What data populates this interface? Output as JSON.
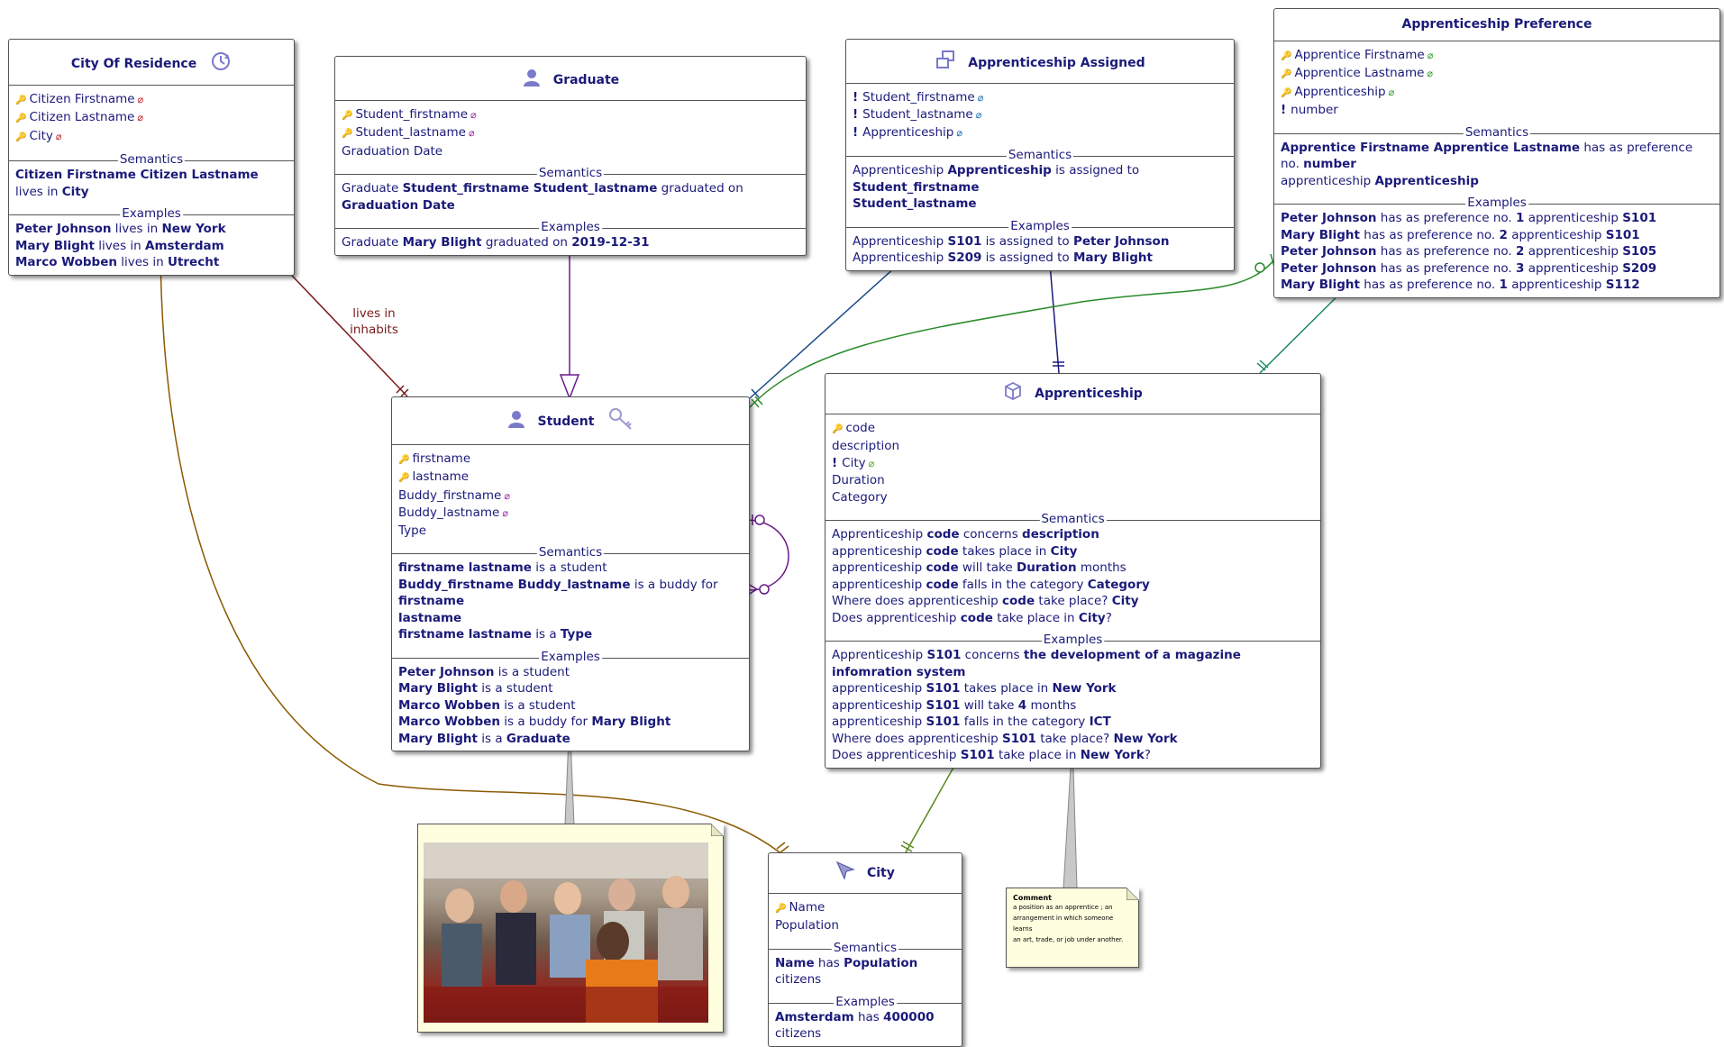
{
  "entities": {
    "city_of_residence": {
      "title": "City Of Residence",
      "attrs": [
        "Citizen Firstname",
        "Citizen Lastname",
        "City"
      ],
      "semantics_label": "Semantics",
      "examples_label": "Examples",
      "semantics": [
        [
          [
            "Citizen Firstname Citizen Lastname",
            true
          ],
          [
            " lives in ",
            false
          ],
          [
            "City",
            true
          ]
        ]
      ],
      "examples": [
        [
          [
            "Peter Johnson",
            true
          ],
          [
            " lives in ",
            false
          ],
          [
            "New York",
            true
          ]
        ],
        [
          [
            "Mary Blight",
            true
          ],
          [
            " lives in ",
            false
          ],
          [
            "Amsterdam",
            true
          ]
        ],
        [
          [
            "Marco Wobben",
            true
          ],
          [
            " lives in ",
            false
          ],
          [
            "Utrecht",
            true
          ]
        ]
      ]
    },
    "graduate": {
      "title": "Graduate",
      "attrs": [
        "Student_firstname",
        "Student_lastname",
        "Graduation Date"
      ],
      "semantics_label": "Semantics",
      "examples_label": "Examples",
      "semantics": [
        [
          [
            "Graduate ",
            false
          ],
          [
            "Student_firstname Student_lastname",
            true
          ],
          [
            " graduated on ",
            false
          ],
          [
            "Graduation Date",
            true
          ]
        ]
      ],
      "examples": [
        [
          [
            "Graduate ",
            false
          ],
          [
            "Mary Blight",
            true
          ],
          [
            " graduated on ",
            false
          ],
          [
            "2019-12-31",
            true
          ]
        ]
      ]
    },
    "apprenticeship_assigned": {
      "title": "Apprenticeship Assigned",
      "attrs": [
        "Student_firstname",
        "Student_lastname",
        "Apprenticeship"
      ],
      "semantics_label": "Semantics",
      "examples_label": "Examples",
      "semantics": [
        [
          [
            "Apprenticeship ",
            false
          ],
          [
            "Apprenticeship",
            true
          ],
          [
            " is assigned to ",
            false
          ],
          [
            "Student_firstname",
            true
          ]
        ],
        [
          [
            "Student_lastname",
            true
          ]
        ]
      ],
      "examples": [
        [
          [
            "Apprenticeship ",
            false
          ],
          [
            "S101",
            true
          ],
          [
            " is assigned to ",
            false
          ],
          [
            "Peter Johnson",
            true
          ]
        ],
        [
          [
            "Apprenticeship ",
            false
          ],
          [
            "S209",
            true
          ],
          [
            " is assigned to ",
            false
          ],
          [
            "Mary Blight",
            true
          ]
        ]
      ]
    },
    "apprenticeship_preference": {
      "title": "Apprenticeship Preference",
      "attrs": [
        "Apprentice Firstname",
        "Apprentice Lastname",
        "Apprenticeship",
        "number"
      ],
      "semantics_label": "Semantics",
      "examples_label": "Examples",
      "semantics": [
        [
          [
            "Apprentice Firstname Apprentice Lastname",
            true
          ],
          [
            " has as preference no. ",
            false
          ],
          [
            "number",
            true
          ]
        ],
        [
          [
            "apprenticeship ",
            false
          ],
          [
            "Apprenticeship",
            true
          ]
        ]
      ],
      "examples": [
        [
          [
            "Peter Johnson",
            true
          ],
          [
            " has as preference no. ",
            false
          ],
          [
            "1",
            true
          ],
          [
            " apprenticeship ",
            false
          ],
          [
            "S101",
            true
          ]
        ],
        [
          [
            "Mary Blight",
            true
          ],
          [
            " has as preference no. ",
            false
          ],
          [
            "2",
            true
          ],
          [
            " apprenticeship ",
            false
          ],
          [
            "S101",
            true
          ]
        ],
        [
          [
            "Peter Johnson",
            true
          ],
          [
            " has as preference no. ",
            false
          ],
          [
            "2",
            true
          ],
          [
            " apprenticeship ",
            false
          ],
          [
            "S105",
            true
          ]
        ],
        [
          [
            "Peter Johnson",
            true
          ],
          [
            " has as preference no. ",
            false
          ],
          [
            "3",
            true
          ],
          [
            " apprenticeship ",
            false
          ],
          [
            "S209",
            true
          ]
        ],
        [
          [
            "Mary Blight",
            true
          ],
          [
            " has as preference no. ",
            false
          ],
          [
            "1",
            true
          ],
          [
            " apprenticeship ",
            false
          ],
          [
            "S112",
            true
          ]
        ]
      ]
    },
    "student": {
      "title": "Student",
      "attrs": [
        "firstname",
        "lastname",
        "Buddy_firstname",
        "Buddy_lastname",
        "Type"
      ],
      "semantics_label": "Semantics",
      "examples_label": "Examples",
      "semantics": [
        [
          [
            "firstname lastname",
            true
          ],
          [
            " is a student",
            false
          ]
        ],
        [
          [
            "Buddy_firstname Buddy_lastname",
            true
          ],
          [
            " is a buddy for ",
            false
          ],
          [
            "firstname",
            true
          ]
        ],
        [
          [
            "lastname",
            true
          ]
        ],
        [
          [
            "firstname lastname",
            true
          ],
          [
            " is a ",
            false
          ],
          [
            "Type",
            true
          ]
        ]
      ],
      "examples": [
        [
          [
            "Peter Johnson",
            true
          ],
          [
            " is a student",
            false
          ]
        ],
        [
          [
            "Mary Blight",
            true
          ],
          [
            " is a student",
            false
          ]
        ],
        [
          [
            "Marco Wobben",
            true
          ],
          [
            " is a student",
            false
          ]
        ],
        [
          [
            "Marco Wobben",
            true
          ],
          [
            " is a buddy for ",
            false
          ],
          [
            "Mary Blight",
            true
          ]
        ],
        [
          [
            "Mary Blight",
            true
          ],
          [
            " is a ",
            false
          ],
          [
            "Graduate",
            true
          ]
        ]
      ]
    },
    "apprenticeship": {
      "title": "Apprenticeship",
      "attrs": [
        "code",
        "description",
        "City",
        "Duration",
        "Category"
      ],
      "semantics_label": "Semantics",
      "examples_label": "Examples",
      "semantics": [
        [
          [
            "Apprenticeship ",
            false
          ],
          [
            "code",
            true
          ],
          [
            " concerns ",
            false
          ],
          [
            "description",
            true
          ]
        ],
        [
          [
            "apprenticeship ",
            false
          ],
          [
            "code",
            true
          ],
          [
            " takes place in ",
            false
          ],
          [
            "City",
            true
          ]
        ],
        [
          [
            "apprenticeship ",
            false
          ],
          [
            "code",
            true
          ],
          [
            " will take ",
            false
          ],
          [
            "Duration",
            true
          ],
          [
            " months",
            false
          ]
        ],
        [
          [
            "apprenticeship ",
            false
          ],
          [
            "code",
            true
          ],
          [
            " falls in the category ",
            false
          ],
          [
            "Category",
            true
          ]
        ],
        [
          [
            "Where does apprenticeship ",
            false
          ],
          [
            "code",
            true
          ],
          [
            " take place? ",
            false
          ],
          [
            "City",
            true
          ]
        ],
        [
          [
            "Does apprenticeship ",
            false
          ],
          [
            "code",
            true
          ],
          [
            " take place in ",
            false
          ],
          [
            "City",
            true
          ],
          [
            "?",
            false
          ]
        ]
      ],
      "examples": [
        [
          [
            "Apprenticeship ",
            false
          ],
          [
            "S101",
            true
          ],
          [
            " concerns ",
            false
          ],
          [
            "the development of a magazine infomration system",
            true
          ]
        ],
        [
          [
            "apprenticeship ",
            false
          ],
          [
            "S101",
            true
          ],
          [
            " takes place in ",
            false
          ],
          [
            "New York",
            true
          ]
        ],
        [
          [
            "apprenticeship ",
            false
          ],
          [
            "S101",
            true
          ],
          [
            " will take ",
            false
          ],
          [
            "4",
            true
          ],
          [
            " months",
            false
          ]
        ],
        [
          [
            "apprenticeship ",
            false
          ],
          [
            "S101",
            true
          ],
          [
            " falls in the category ",
            false
          ],
          [
            "ICT",
            true
          ]
        ],
        [
          [
            "Where does apprenticeship ",
            false
          ],
          [
            "S101",
            true
          ],
          [
            " take place? ",
            false
          ],
          [
            "New York",
            true
          ]
        ],
        [
          [
            "Does apprenticeship ",
            false
          ],
          [
            "S101",
            true
          ],
          [
            " take place in ",
            false
          ],
          [
            "New York",
            true
          ],
          [
            "?",
            false
          ]
        ]
      ]
    },
    "city": {
      "title": "City",
      "attrs": [
        "Name",
        "Population"
      ],
      "semantics_label": "Semantics",
      "examples_label": "Examples",
      "semantics": [
        [
          [
            "Name",
            true
          ],
          [
            " has ",
            false
          ],
          [
            "Population",
            true
          ],
          [
            " citizens",
            false
          ]
        ]
      ],
      "examples": [
        [
          [
            "Amsterdam",
            true
          ],
          [
            " has ",
            false
          ],
          [
            "400000",
            true
          ],
          [
            " citizens",
            false
          ]
        ]
      ]
    }
  },
  "relationship_label": {
    "line1": "lives in",
    "line2": "inhabits"
  },
  "comment_note": {
    "title": "Comment",
    "lines": [
      "a position as an apprentice ; an",
      "arrangement in which someone learns",
      "an art, trade, or job under another."
    ]
  },
  "colors": {
    "text": "#1a1a7a",
    "key_icon": "#e0a000",
    "rel_residence": "#7a1a1a",
    "rel_city_residence": "#8b5a00",
    "rel_graduate": "#6a1a8a",
    "rel_assigned": "#1a4a8a",
    "rel_preference": "#2a8a2a",
    "rel_city": "#5a8a1a",
    "note_bg": "#ffffe0"
  }
}
